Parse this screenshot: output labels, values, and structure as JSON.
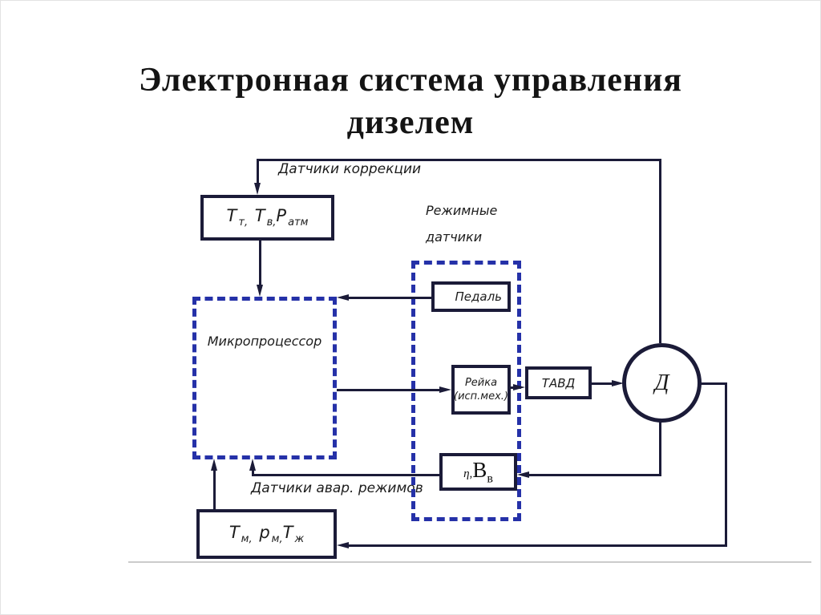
{
  "title": {
    "line1": "Электронная система управления",
    "line2": "дизелем"
  },
  "labels": {
    "correction_sensors": "Датчики коррекции",
    "mode_sensors_line1": "Режимные",
    "mode_sensors_line2": "датчики",
    "emergency_sensors": "Датчики авар. режимов"
  },
  "blocks": {
    "correction": {
      "t1": "Т",
      "s1": "т,",
      "t2": "Т",
      "s2": "в,",
      "t3": "Р",
      "s3": "атм"
    },
    "microprocessor": {
      "label": "Микропроцессор"
    },
    "pedal": {
      "label": "Педаль"
    },
    "rack": {
      "line1": "Рейка",
      "line2": "(исп.мех.)"
    },
    "tavd": {
      "label": "ТАВД"
    },
    "speed": {
      "pre": "η,",
      "letter": "В",
      "sub": "в"
    },
    "engine": {
      "label": "Д"
    },
    "fluids": {
      "t1": "Т",
      "s1": "м,",
      "t2": "р",
      "s2": "м,",
      "t3": "Т",
      "s3": "ж"
    }
  },
  "colors": {
    "line": "#1b1b38",
    "dashed": "#2531a8",
    "text": "#1c1c1c"
  }
}
